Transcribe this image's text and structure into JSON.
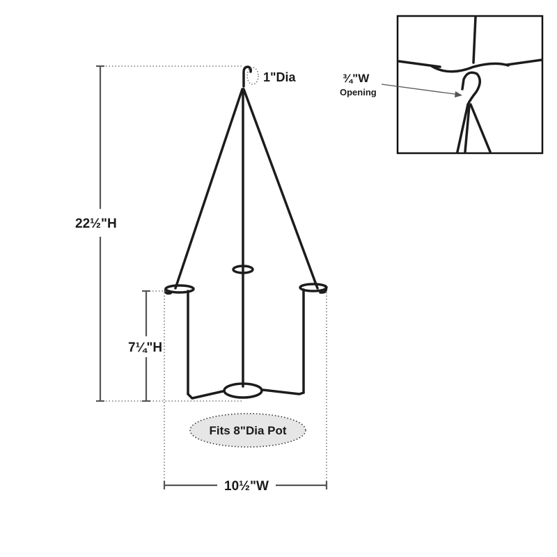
{
  "dimensions": {
    "height_total": "22½\"H",
    "hook_dia": "1\"Dia",
    "pot_ring_height": "7¼\"H",
    "width": "10½\"W",
    "fits": "Fits 8\"Dia Pot"
  },
  "inset": {
    "opening_width": "¾\"W",
    "opening_label": "Opening"
  },
  "colors": {
    "metal": "#1c1c1c",
    "dim_line": "#555555",
    "dotted": "#777777",
    "badge_fill": "#e6e6e6"
  }
}
